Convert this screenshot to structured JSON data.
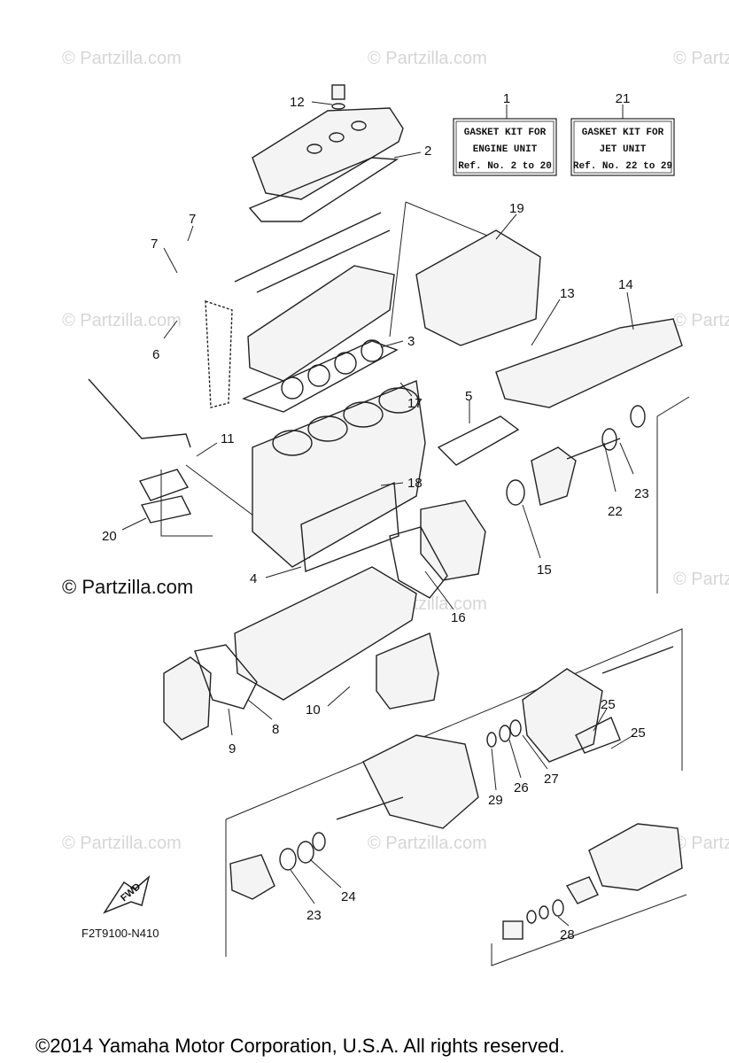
{
  "watermark": {
    "text": "© Partzilla.com"
  },
  "kit_boxes": [
    {
      "ref": "1",
      "lines": [
        "GASKET KIT FOR",
        "ENGINE UNIT",
        "Ref. No. 2 to 20"
      ]
    },
    {
      "ref": "21",
      "lines": [
        "GASKET KIT FOR",
        "JET UNIT",
        "Ref. No. 22 to 29"
      ]
    }
  ],
  "callouts": [
    "12",
    "2",
    "7",
    "7",
    "6",
    "19",
    "13",
    "14",
    "3",
    "17",
    "5",
    "11",
    "18",
    "20",
    "22",
    "23",
    "15",
    "4",
    "16",
    "8",
    "9",
    "10",
    "25",
    "25",
    "27",
    "26",
    "29",
    "24",
    "23",
    "28"
  ],
  "fwd_label": "FWD",
  "diagram_code": "F2T9100-N410",
  "copyright": "©2014  Yamaha Motor Corporation, U.S.A. All rights reserved."
}
